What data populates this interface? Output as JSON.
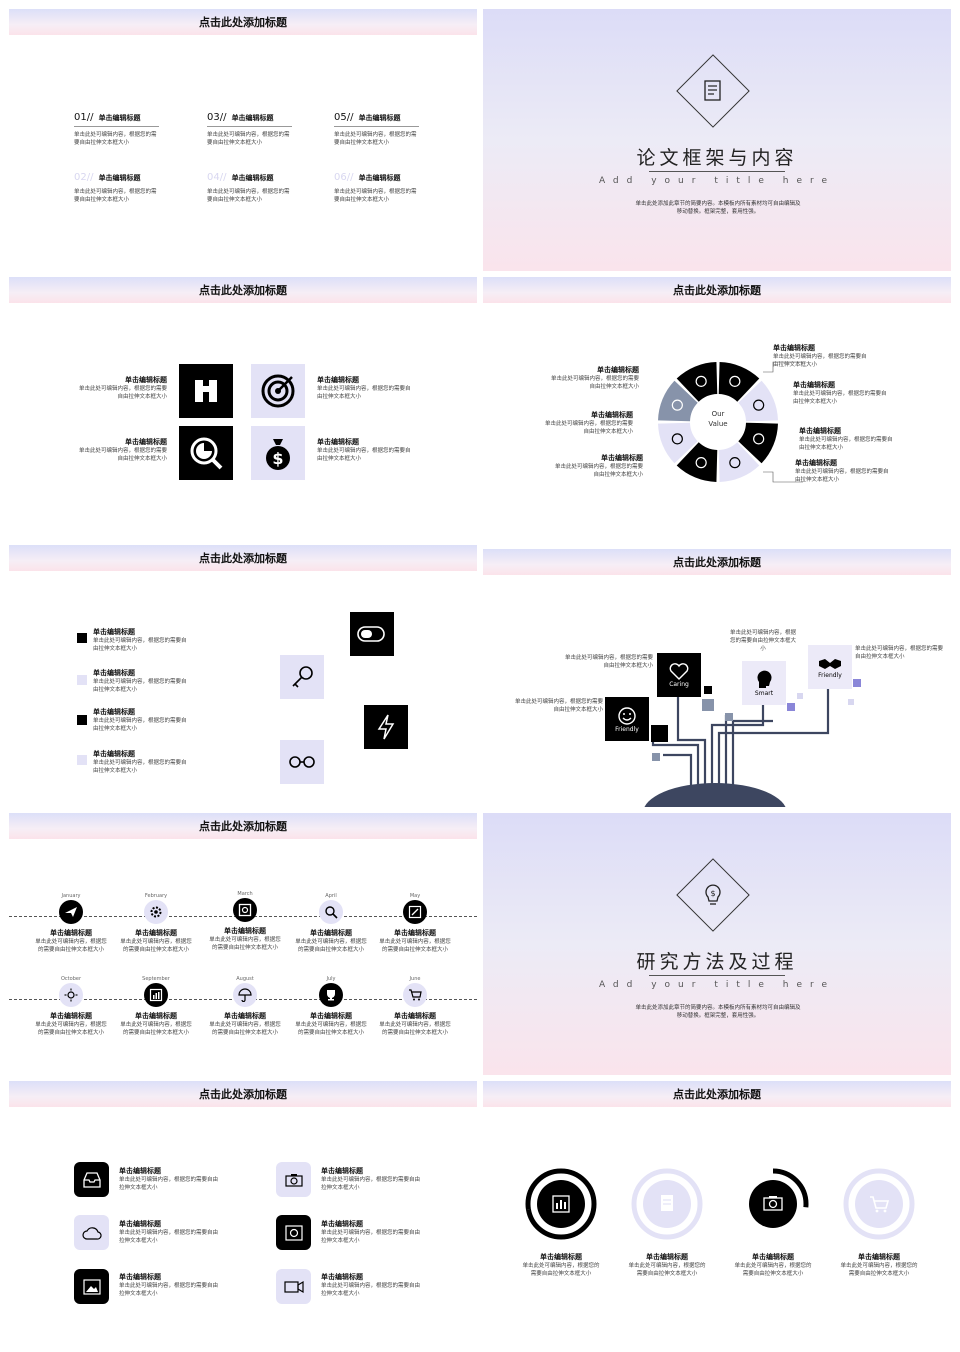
{
  "heading": "点击此处添加标题",
  "edit_title": "单击编辑标题",
  "edit_body": "单击此处可编辑内容，根据您的需要自由拉伸文本框大小",
  "slide1": {
    "items": [
      {
        "num": "01//",
        "title": "单击编辑标题",
        "body": "单击此处可编辑内容，根据您的需要自由拉伸文本框大小"
      },
      {
        "num": "03//",
        "title": "单击编辑标题",
        "body": "单击此处可编辑内容，根据您的需要自由拉伸文本框大小"
      },
      {
        "num": "05//",
        "title": "单击编辑标题",
        "body": "单击此处可编辑内容，根据您的需要自由拉伸文本框大小"
      },
      {
        "num": "02//",
        "title": "单击编辑标题",
        "body": "单击此处可编辑内容，根据您的需要自由拉伸文本框大小"
      },
      {
        "num": "04//",
        "title": "单击编辑标题",
        "body": "单击此处可编辑内容，根据您的需要自由拉伸文本框大小"
      },
      {
        "num": "06//",
        "title": "单击编辑标题",
        "body": "单击此处可编辑内容，根据您的需要自由拉伸文本框大小"
      }
    ]
  },
  "cover1": {
    "title": "论文框架与内容",
    "subtitle": "Add your title here",
    "desc": "单击此处添加此章节的简要内容。本模板内所有素材均可自由编辑及移动替换。框架完整，套用性强。",
    "icon": "document-icon"
  },
  "cover2": {
    "title": "研究方法及过程",
    "subtitle": "Add your title here",
    "desc": "单击此处添加此章节的简要内容。本模板内所有素材均可自由编辑及移动替换。框架完整，套用性强。",
    "icon": "lightbulb-icon"
  },
  "wheel": {
    "center_line1": "Our",
    "center_line2": "Value"
  },
  "tree": {
    "labels": [
      "Friendly",
      "Caring",
      "Smart",
      "Friendly"
    ],
    "texts": [
      "单击此处可编辑内容，根据您的需要自由拉伸文本框大小",
      "单击此处可编辑内容，根据您的需要自由拉伸文本框大小",
      "单击此处可编辑内容，根据您的需要自由拉伸文本框大小",
      "单击此处可编辑内容，根据您的需要自由拉伸文本框大小"
    ]
  },
  "timeline": {
    "row1": [
      "January",
      "February",
      "March",
      "April",
      "May"
    ],
    "row2": [
      "October",
      "September",
      "August",
      "July",
      "June"
    ]
  },
  "colors": {
    "black": "#000000",
    "lavender": "#e3e2f6",
    "slate": "#8793aa",
    "dark_navy": "#3d4660",
    "accent_purple": "#8a86d8"
  }
}
